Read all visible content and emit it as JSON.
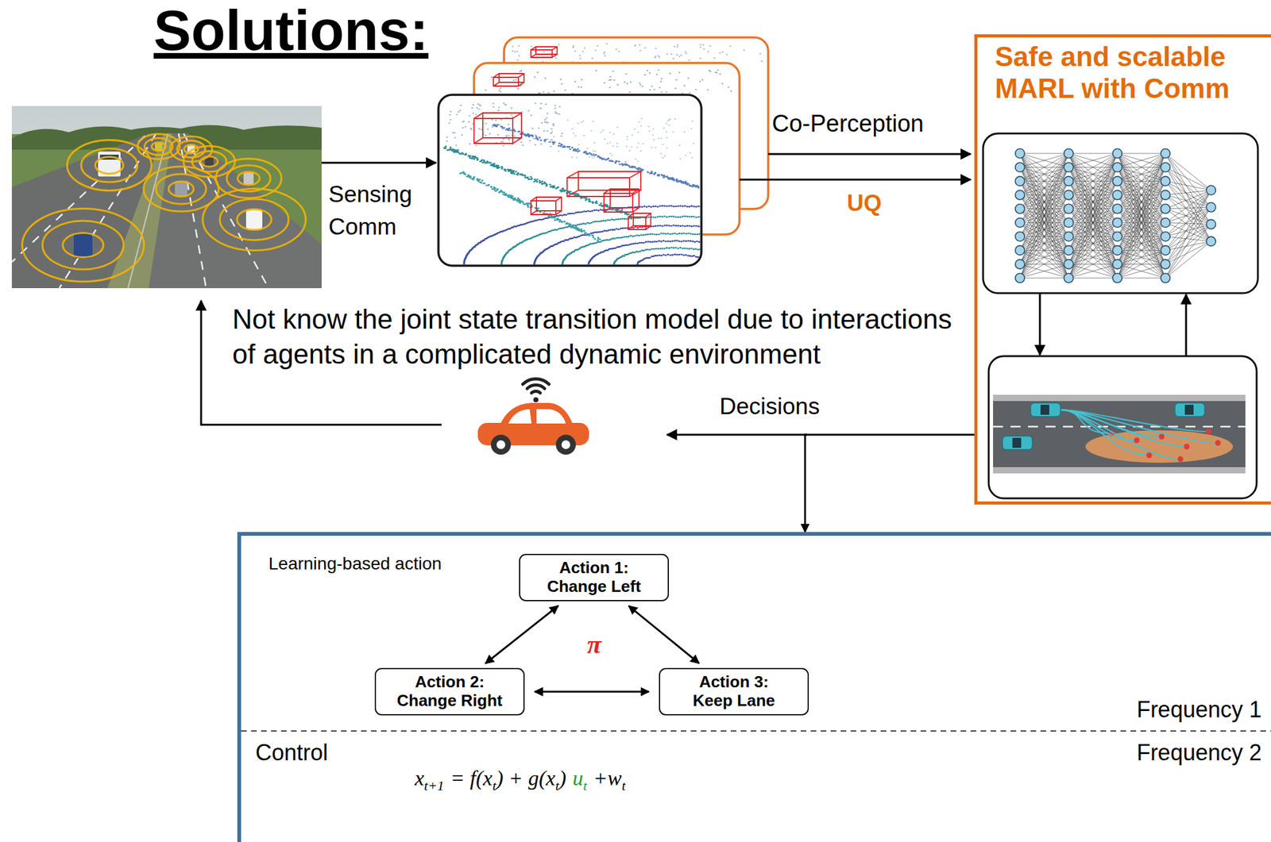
{
  "diagram": {
    "title": "Solutions:",
    "nodes": [
      {
        "text": [
          "Safe and scalable MARL with Comm"
        ]
      },
      {
        "text": [
          "Learning-based action",
          "Frequency 1",
          "Control",
          "Frequency 2"
        ]
      },
      {
        "text": [
          "Action 1: Change Left"
        ],
        "in": 1
      },
      {
        "text": [
          "Action 2: Change Right"
        ],
        "in": 1
      },
      {
        "text": [
          "Action 3: Keep Lane"
        ],
        "in": 1
      }
    ],
    "edges": [
      {
        "from": 0,
        "to": 1,
        "arrow": "to"
      },
      {
        "from": 2,
        "to": 3,
        "arrow": "both"
      },
      {
        "from": 2,
        "to": 4,
        "arrow": "both"
      },
      {
        "from": 3,
        "to": 4,
        "arrow": "both"
      }
    ],
    "labels": [
      "Sensing Comm",
      "Co-Perception",
      "UQ",
      "Not know the joint state transition model due to interactions of agents in a complicated dynamic environment",
      "Decisions",
      "π",
      "x",
      "t+1",
      "= f(x",
      "t",
      ") + g(x",
      "t",
      ")",
      "u",
      "t",
      "+w",
      "t"
    ]
  }
}
